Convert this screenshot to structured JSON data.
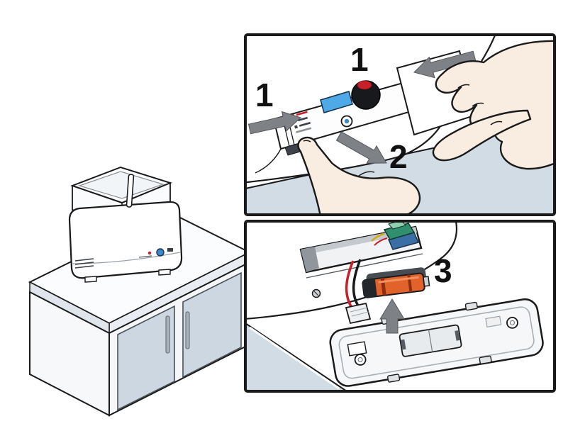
{
  "figure": {
    "kind": "appliance-instruction-diagram",
    "steps": {
      "step1_top": "1",
      "step1_side": "1",
      "step2": "2",
      "step3": "3"
    }
  },
  "palette": {
    "outline": "#1a1a1a",
    "counter_surface": "#d2dce5",
    "cabinet_door": "#ccd7e1",
    "arrow_gray": "#7e8186",
    "lcd_blue": "#4fa8e8",
    "knob_red": "#c8202a",
    "battery_orange": "#e2622b",
    "wire_red": "#c8202a",
    "wire_black": "#17191c",
    "connector_teal": "#2f8f6f",
    "connector_blue": "#3a6ea5",
    "skin": "#f9ece0"
  }
}
